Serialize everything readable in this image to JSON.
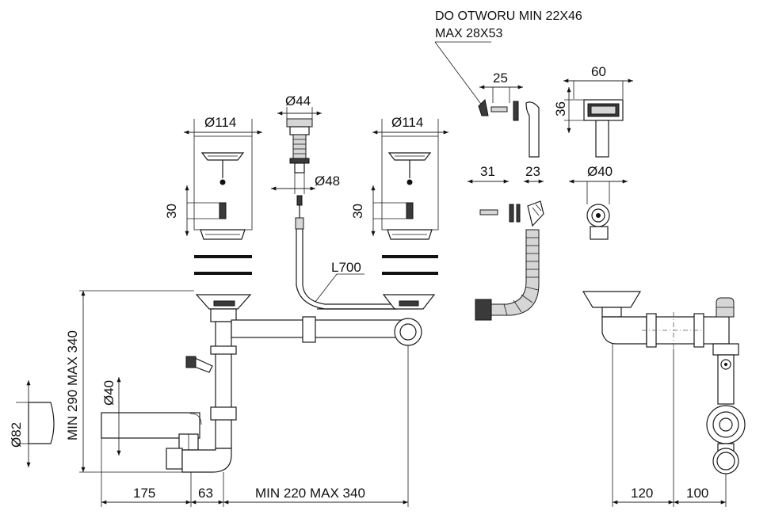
{
  "note": {
    "line1": "DO OTWORU MIN 22X46",
    "line2": "MAX 28X53"
  },
  "dims": {
    "d25": "25",
    "d60": "60",
    "d36": "36",
    "d44": "Ø44",
    "d114a": "Ø114",
    "d114b": "Ø114",
    "d48": "Ø48",
    "d31": "31",
    "d23": "23",
    "d40top": "Ø40",
    "d30a": "30",
    "d30b": "30",
    "L700": "L700",
    "minmax_vert": "MIN 290 MAX 340",
    "d40side": "Ø40",
    "d82": "Ø82",
    "d175": "175",
    "d63": "63",
    "minmax_horiz": "MIN 220 MAX 340",
    "d120": "120",
    "d100": "100"
  }
}
